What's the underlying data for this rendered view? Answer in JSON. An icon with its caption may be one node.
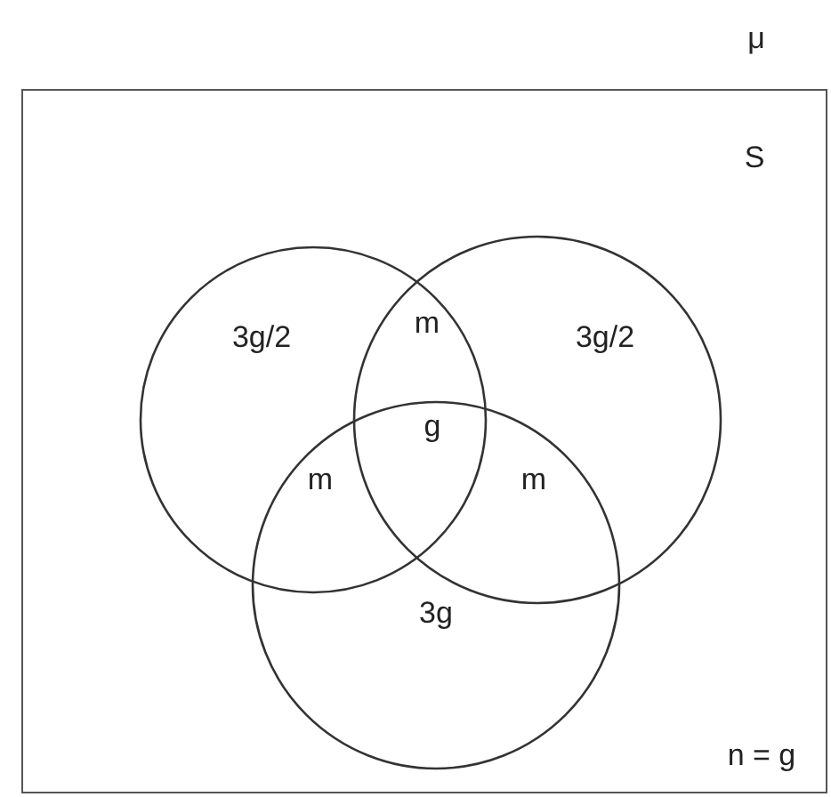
{
  "diagram": {
    "nodes": [
      {
        "text": [
          "S",
          "n = g"
        ]
      },
      {
        "text": [],
        "shape": "circle",
        "in": 0
      },
      {
        "text": [],
        "shape": "circle",
        "in": 0
      },
      {
        "text": [],
        "shape": "circle",
        "in": 0
      }
    ],
    "labels": [
      "μ",
      "m",
      "3g/2",
      "3g/2",
      "g",
      "m",
      "m",
      "3g"
    ]
  }
}
